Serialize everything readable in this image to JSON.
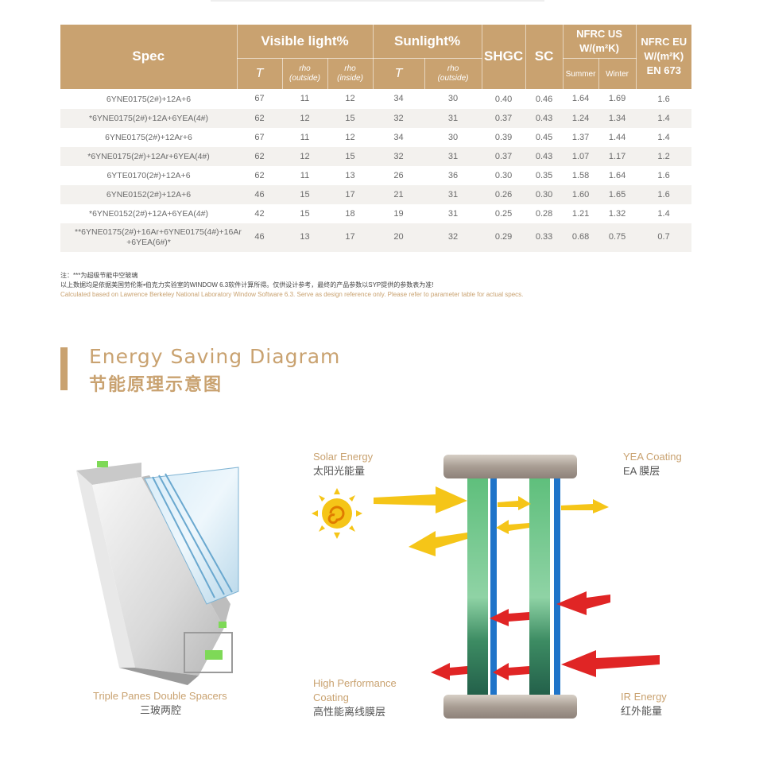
{
  "table": {
    "headers": {
      "spec": "Spec",
      "visible_light": "Visible light%",
      "sunlight": "Sunlight%",
      "shgc": "SHGC",
      "sc": "SC",
      "nfrc_us": "NFRC US",
      "nfrc_us_unit": "W/(m²K)",
      "nfrc_eu": "NFRC EU",
      "nfrc_eu_unit": "W/(m²K)",
      "nfrc_eu_std": "EN 673",
      "t": "T",
      "rho": "rho",
      "outside": "(outside)",
      "inside": "(inside)",
      "summer": "Summer",
      "winter": "Winter"
    },
    "rows": [
      [
        "6YNE0175(2#)+12A+6",
        "67",
        "11",
        "12",
        "34",
        "30",
        "0.40",
        "0.46",
        "1.64",
        "1.69",
        "1.6"
      ],
      [
        "*6YNE0175(2#)+12A+6YEA(4#)",
        "62",
        "12",
        "15",
        "32",
        "31",
        "0.37",
        "0.43",
        "1.24",
        "1.34",
        "1.4"
      ],
      [
        "6YNE0175(2#)+12Ar+6",
        "67",
        "11",
        "12",
        "34",
        "30",
        "0.39",
        "0.45",
        "1.37",
        "1.44",
        "1.4"
      ],
      [
        "*6YNE0175(2#)+12Ar+6YEA(4#)",
        "62",
        "12",
        "15",
        "32",
        "31",
        "0.37",
        "0.43",
        "1.07",
        "1.17",
        "1.2"
      ],
      [
        "6YTE0170(2#)+12A+6",
        "62",
        "11",
        "13",
        "26",
        "36",
        "0.30",
        "0.35",
        "1.58",
        "1.64",
        "1.6"
      ],
      [
        "6YNE0152(2#)+12A+6",
        "46",
        "15",
        "17",
        "21",
        "31",
        "0.26",
        "0.30",
        "1.60",
        "1.65",
        "1.6"
      ],
      [
        "*6YNE0152(2#)+12A+6YEA(4#)",
        "42",
        "15",
        "18",
        "19",
        "31",
        "0.25",
        "0.28",
        "1.21",
        "1.32",
        "1.4"
      ],
      [
        "**6YNE0175(2#)+16Ar+6YNE0175(4#)+16Ar +6YEA(6#)*",
        "46",
        "13",
        "17",
        "20",
        "32",
        "0.29",
        "0.33",
        "0.68",
        "0.75",
        "0.7"
      ]
    ]
  },
  "notes": {
    "line1": "注：***为超级节能中空玻璃",
    "line2": "以上数据均是依据美国劳伦斯•伯克力实验室的WINDOW 6.3软件计算所得。仅供设计参考，最终的产品参数以SYP提供的参数表为准!",
    "line3": "Calculated based on Lawrence Berkeley National Laboratory Window Software 6.3. Serve as design reference only. Please refer to parameter table for actual specs."
  },
  "section": {
    "title_en": "Energy Saving Diagram",
    "title_cn": "节能原理示意图"
  },
  "diagram": {
    "frame_en": "Triple Panes Double Spacers",
    "frame_cn": "三玻两腔",
    "solar_en": "Solar Energy",
    "solar_cn": "太阳光能量",
    "yea_en": "YEA Coating",
    "yea_cn": "EA 膜层",
    "hp_en1": "High Performance",
    "hp_en2": "Coating",
    "hp_cn": "高性能离线膜层",
    "ir_en": "IR Energy",
    "ir_cn": "红外能量"
  },
  "colors": {
    "accent": "#c9a270",
    "glass_green": "#3f9a6a",
    "coating_blue": "#1f74c9",
    "solar_arrow": "#f5c518",
    "ir_arrow": "#e02525"
  }
}
